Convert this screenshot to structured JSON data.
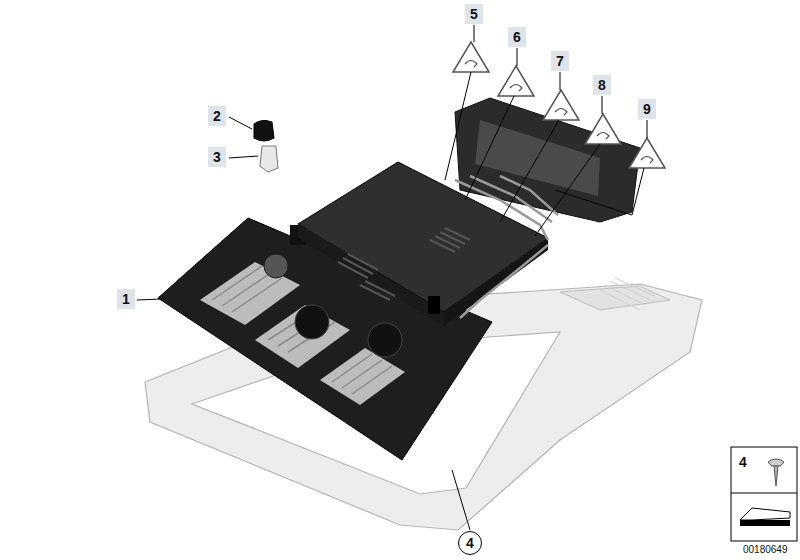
{
  "diagram": {
    "nodes": [
      {
        "text": [
          "4"
        ]
      },
      {
        "text": [
          "4"
        ]
      }
    ],
    "labels": [
      "5",
      "6",
      "7",
      "8",
      "9",
      "2",
      "3",
      "1",
      "00180649"
    ]
  }
}
